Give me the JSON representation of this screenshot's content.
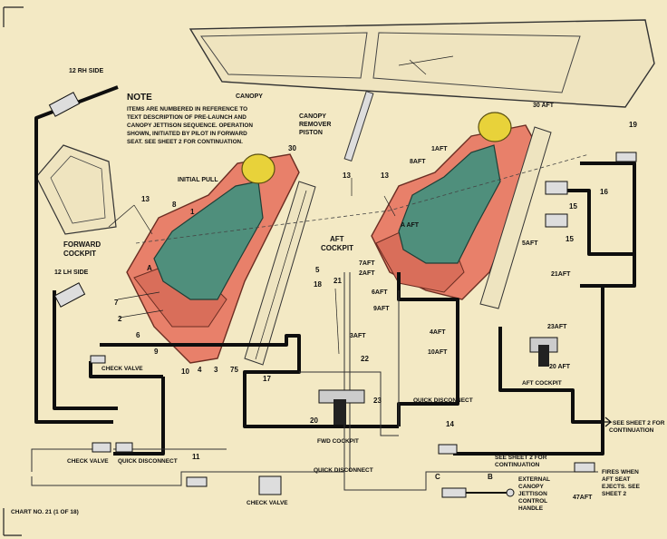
{
  "note": {
    "title": "NOTE",
    "lines": [
      "ITEMS ARE NUMBERED IN REFERENCE TO",
      "TEXT DESCRIPTION OF PRE-LAUNCH AND",
      "CANOPY JETTISON SEQUENCE. OPERATION",
      "SHOWN, INITIATED BY PILOT IN FORWARD",
      "SEAT. SEE SHEET 2 FOR CONTINUATION."
    ]
  },
  "labels": {
    "canopy": "CANOPY",
    "canopy_remover_1": "CANOPY",
    "canopy_remover_2": "REMOVER",
    "canopy_remover_3": "PISTON",
    "initial_pull": "INITIAL PULL",
    "forward_cockpit_1": "FORWARD",
    "forward_cockpit_2": "COCKPIT",
    "aft_cockpit_1": "AFT",
    "aft_cockpit_2": "COCKPIT",
    "rh_side": "12 RH SIDE",
    "lh_side": "12 LH SIDE",
    "check_valve_a": "CHECK VALVE",
    "check_valve_b": "CHECK VALVE",
    "check_valve_c": "CHECK VALVE",
    "quick_disconnect_a": "QUICK DISCONNECT",
    "quick_disconnect_b": "QUICK DISCONNECT",
    "quick_disconnect_c": "QUICK DISCONNECT",
    "fwd_cockpit": "FWD COCKPIT",
    "aft_cockpit_small": "AFT COCKPIT",
    "see_sheet_a_1": "SEE SHEET 2 FOR",
    "see_sheet_a_2": "CONTINUATION",
    "see_sheet_b_1": "SEE SHEET 2 FOR",
    "see_sheet_b_2": "CONTINUATION",
    "external_1": "EXTERNAL",
    "external_2": "CANOPY",
    "external_3": "JETTISON",
    "external_4": "CONTROL",
    "external_5": "HANDLE",
    "fires_1": "FIRES WHEN",
    "fires_2": "AFT SEAT",
    "fires_3": "EJECTS. SEE",
    "fires_4": "SHEET 2",
    "chart_no": "CHART NO. 21 (1 OF 18)"
  },
  "callouts": {
    "n1": "1",
    "n2": "2",
    "n3": "3",
    "n4": "4",
    "n5": "5",
    "n6": "6",
    "n7": "7",
    "n8": "8",
    "n9": "9",
    "n10": "10",
    "n11": "11",
    "n13a": "13",
    "n13b": "13",
    "n13c": "13",
    "n14": "14",
    "n15a": "15",
    "n15b": "15",
    "n16": "16",
    "n17": "17",
    "n18": "18",
    "n19": "19",
    "n20": "20",
    "n21": "21",
    "n22": "22",
    "n23": "23",
    "n30": "30",
    "n75": "75",
    "nA": "A",
    "nB": "B",
    "nC": "C",
    "a1": "1AFT",
    "a2": "2AFT",
    "a3": "3AFT",
    "a4": "4AFT",
    "a5": "5AFT",
    "a6": "6AFT",
    "a7": "7AFT",
    "a8": "8AFT",
    "a9": "9AFT",
    "a10": "10AFT",
    "a20": "20 AFT",
    "a21": "21AFT",
    "a23": "23AFT",
    "a30": "30 AFT",
    "a47": "47AFT",
    "aA": "A AFT"
  },
  "colors": {
    "paper": "#f3e9c4",
    "seat": "#e8806a",
    "pilot": "#4f8f7c",
    "helmet": "#e8d23a",
    "line": "#0e0e0e"
  }
}
